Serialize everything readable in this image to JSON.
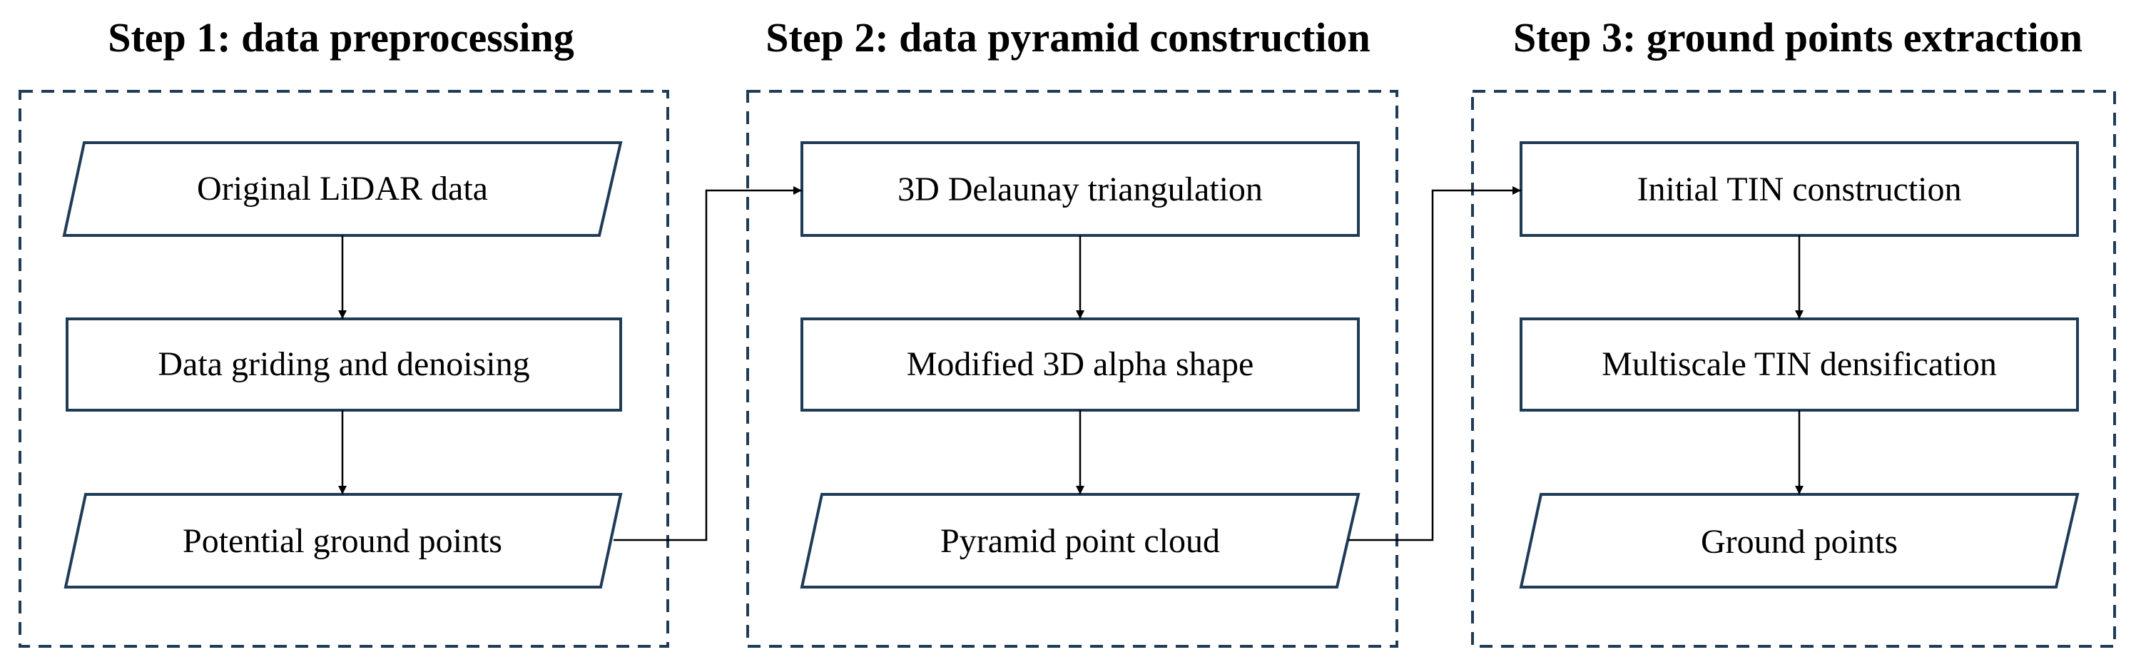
{
  "steps": [
    {
      "title": "Step 1: data preprocessing",
      "nodes": [
        {
          "label": "Original LiDAR data",
          "shape": "parallelogram"
        },
        {
          "label": "Data griding and denoising",
          "shape": "rectangle"
        },
        {
          "label": "Potential ground points",
          "shape": "parallelogram"
        }
      ]
    },
    {
      "title": "Step 2: data pyramid construction",
      "nodes": [
        {
          "label": "3D Delaunay triangulation",
          "shape": "rectangle"
        },
        {
          "label": "Modified 3D alpha shape",
          "shape": "rectangle"
        },
        {
          "label": "Pyramid point cloud",
          "shape": "parallelogram"
        }
      ]
    },
    {
      "title": "Step 3: ground points extraction",
      "nodes": [
        {
          "label": "Initial TIN construction",
          "shape": "rectangle"
        },
        {
          "label": "Multiscale TIN densification",
          "shape": "rectangle"
        },
        {
          "label": "Ground points",
          "shape": "parallelogram"
        }
      ]
    }
  ],
  "colors": {
    "box_stroke": "#1f3b57",
    "arrow": "#000000",
    "text": "#000000"
  }
}
